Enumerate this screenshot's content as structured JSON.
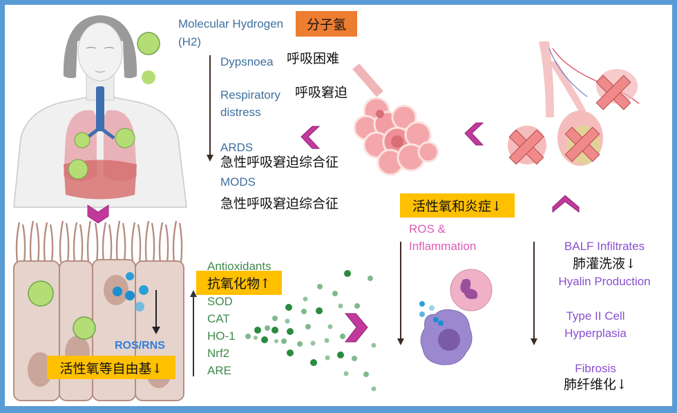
{
  "title_label": {
    "english": "Molecular Hydrogen",
    "formula": "(H2)",
    "chinese": "分子氢"
  },
  "symptoms": [
    {
      "en": "Dypsnoea",
      "zh": "呼吸困难"
    },
    {
      "en_line1": "Respiratory",
      "en_line2": "distress",
      "zh": "呼吸窘迫"
    },
    {
      "en": "ARDS",
      "zh": "急性呼吸窘迫综合征"
    },
    {
      "en": "MODS",
      "zh": "急性呼吸窘迫综合征"
    }
  ],
  "ros_inflammation": {
    "zh": "活性氧和炎症↓",
    "en_line1": "ROS &",
    "en_line2": "Inflammation"
  },
  "lung_outcomes": {
    "balf_en": "BALF Infiltrates",
    "balf_zh": "肺灌洗液↓",
    "hyalin_en": "Hyalin Production",
    "type2_line1": "Type II Cell",
    "type2_line2": "Hyperplasia",
    "fibrosis_en": "Fibrosis",
    "fibrosis_zh": "肺纤维化↓"
  },
  "antioxidants": {
    "en": "Antioxidants",
    "zh": "抗氧化物↑",
    "items": [
      "SOD",
      "CAT",
      "HO-1",
      "Nrf2",
      "ARE"
    ]
  },
  "epithelium": {
    "ros_rns_en": "ROS/RNS",
    "ros_rns_zh": "活性氧等自由基↓"
  },
  "colors": {
    "frame_border": "#5b9bd5",
    "orange_label": "#ed7d31",
    "yellow_label": "#ffc000",
    "chevron": "#c2399c",
    "h2_bubble": "#b5dd75",
    "text_blue": "#3e6f9e",
    "text_pink": "#dc5bb4",
    "text_purple": "#8a4fd0",
    "text_green": "#3f8a4a"
  }
}
